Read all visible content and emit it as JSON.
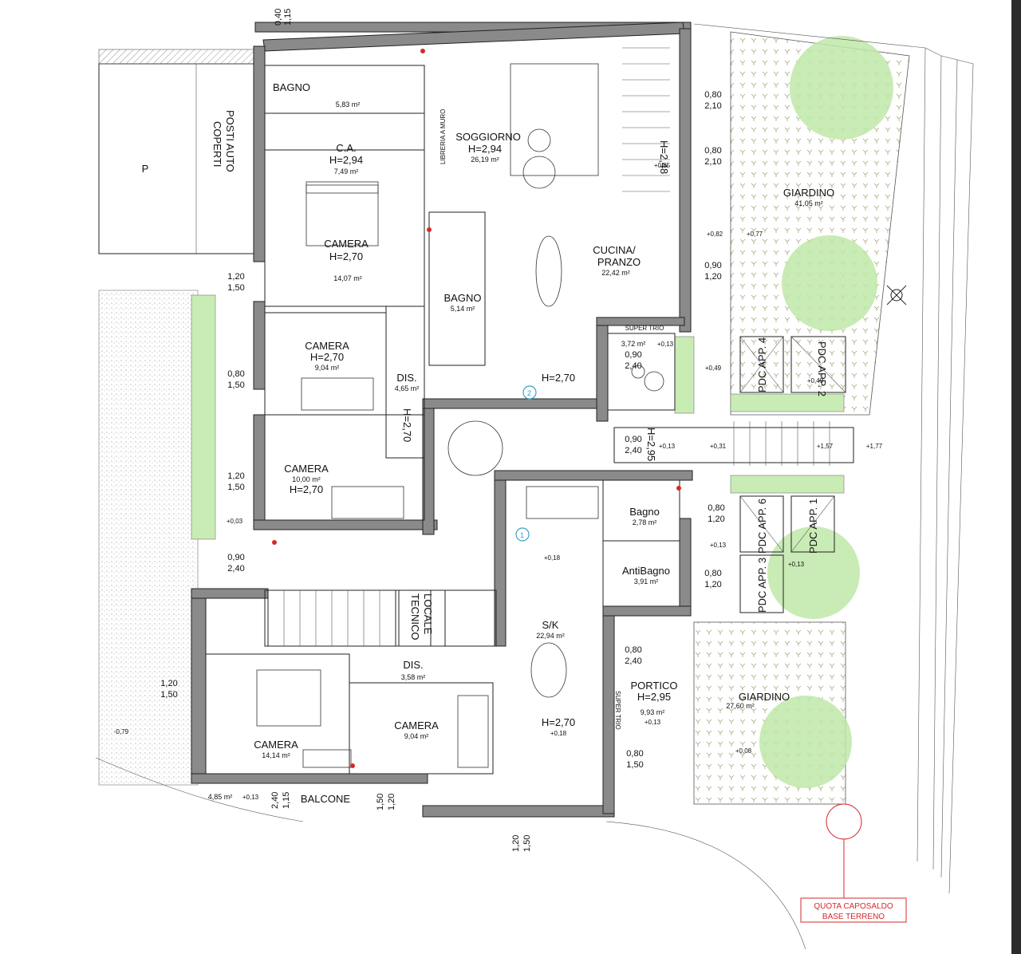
{
  "rooms": {
    "bagno_top": {
      "name": "BAGNO",
      "area": "5,83 m²"
    },
    "ca": {
      "name": "C.A.",
      "height": "H=2,94",
      "area": "7,49 m²"
    },
    "camera_main": {
      "name": "CAMERA",
      "height": "H=2,70",
      "area": "14,07 m²"
    },
    "soggiorno": {
      "name": "SOGGIORNO",
      "height": "H=2,94",
      "area": "26,19 m²"
    },
    "cucina": {
      "name1": "CUCINA/",
      "name2": "PRANZO",
      "area": "22,42 m²"
    },
    "bagno_mid": {
      "name": "BAGNO",
      "area": "5,14 m²"
    },
    "giardino_top": {
      "name": "GIARDINO",
      "area": "41,05 m²"
    },
    "camera_2": {
      "name": "CAMERA",
      "height": "H=2,70",
      "area": "9,04 m²"
    },
    "dis_1": {
      "name": "DIS.",
      "area": "4,65 m²"
    },
    "camera_3": {
      "name": "CAMERA",
      "area": "10,00 m²",
      "height": "H=2,70"
    },
    "bagno_small": {
      "name": "Bagno",
      "area": "2,78 m²"
    },
    "antibagno": {
      "name": "AntiBagno",
      "area": "3,91 m²"
    },
    "locale_tecnico": {
      "name1": "LOCALE",
      "name2": "TECNICO"
    },
    "sk": {
      "name": "S/K",
      "area": "22,94 m²",
      "height": "H=2,70",
      "level": "+0,18"
    },
    "dis_2": {
      "name": "DIS.",
      "area": "3,58 m²"
    },
    "camera_4": {
      "name": "CAMERA",
      "area": "14,14 m²"
    },
    "camera_5": {
      "name": "CAMERA",
      "area": "9,04 m²"
    },
    "portico": {
      "name": "PORTICO",
      "height": "H=2,95",
      "area": "9,93 m²",
      "level": "+0,13"
    },
    "giardino_bottom": {
      "name": "GIARDINO",
      "area": "27,60 m²"
    },
    "balcone": {
      "name": "BALCONE",
      "area": "4,85 m²",
      "level": "+0,13"
    },
    "parking": {
      "label": "P",
      "name1": "POSTI AUTO",
      "name2": "COPERTI"
    }
  },
  "labels": {
    "libreria": "LIBRERIA A MURO",
    "super_trio": "SUPER TRIO",
    "super_trio_area": "3,72 m²",
    "super_trio_level": "+0,13",
    "pdc_app4": "PDC APP. 4",
    "pdc_app2": "PDC APP. 2",
    "pdc_app6": "PDC APP. 6",
    "pdc_app1": "PDC APP. 1",
    "pdc_app3": "PDC APP. 3",
    "door_1": "1",
    "door_2": "2",
    "h248": "H=2,48",
    "h270_hall": "H=2,70",
    "h270_dis": "H=2,70",
    "h295_step": "H=2,95",
    "caposaldo1": "QUOTA CAPOSALDO",
    "caposaldo2": "BASE TERRENO"
  },
  "dimensions": {
    "top1": "1,15",
    "top2": "0,40",
    "w1a": "0,80",
    "w1b": "2,10",
    "w2a": "0,80",
    "w2b": "2,10",
    "w3a": "0,90",
    "w3b": "1,20",
    "w4a": "0,90",
    "w4b": "2,40",
    "w5a": "0,90",
    "w5b": "2,40",
    "w6a": "0,80",
    "w6b": "1,20",
    "w7a": "0,80",
    "w7b": "1,20",
    "w8a": "0,80",
    "w8b": "2,40",
    "w9a": "0,80",
    "w9b": "1,50",
    "l1a": "1,20",
    "l1b": "1,50",
    "l2a": "0,80",
    "l2b": "1,50",
    "l3a": "1,20",
    "l3b": "1,50",
    "l4a": "0,90",
    "l4b": "2,40",
    "l5a": "1,20",
    "l5b": "1,50",
    "b1": "2,40",
    "b2": "1,15",
    "b3": "1,50",
    "b4": "1,20",
    "b5": "1,20",
    "b6": "1,50"
  },
  "levels": {
    "lv1": "+0,85",
    "lv2": "+0,82",
    "lv3": "+0,77",
    "lv4": "+0,49",
    "lv5": "+0,49",
    "lv6": "+0,13",
    "lv7": "+0,31",
    "lv8": "+1,57",
    "lv9": "+1,77",
    "lv10": "+0,13",
    "lv11": "+0,13",
    "lv12": "+0,18",
    "lv13": "+0,03",
    "lv14": "-0,79",
    "lv15": "+0,08"
  },
  "colors": {
    "wall": "#8a8a8a",
    "garden": "#bfe7a8",
    "marker": "#d42a2a"
  }
}
